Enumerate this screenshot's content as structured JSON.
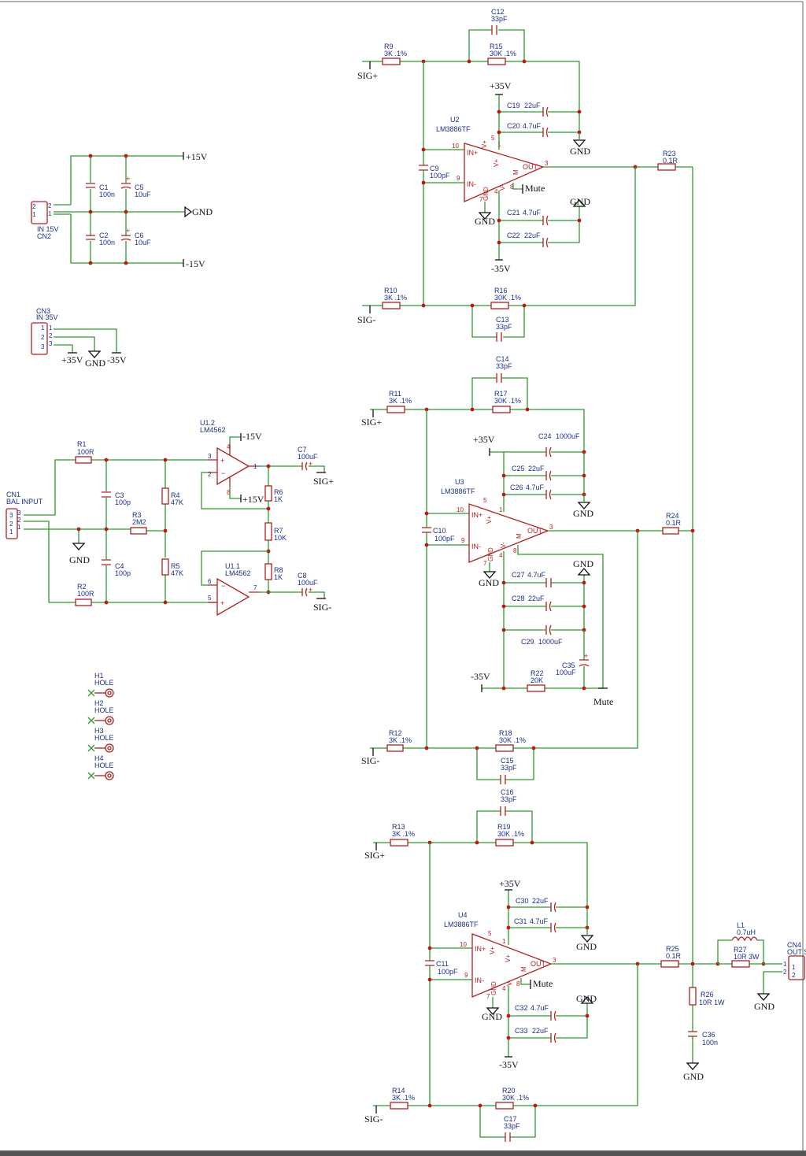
{
  "supply_block": {
    "cn2": {
      "ref": "CN2",
      "value": "IN 15V",
      "pins": [
        "2",
        "1"
      ]
    },
    "c1": {
      "ref": "C1",
      "value": "100n"
    },
    "c2": {
      "ref": "C2",
      "value": "100n"
    },
    "c5": {
      "ref": "C5",
      "value": "10uF"
    },
    "c6": {
      "ref": "C6",
      "value": "10uF"
    },
    "pos_rail": "+15V",
    "gnd": "GND",
    "neg_rail": "-15V"
  },
  "cn3_block": {
    "ref": "CN3",
    "value": "IN 35V",
    "pins": [
      "1",
      "2",
      "3"
    ],
    "pos": "+35V",
    "gnd": "GND",
    "neg": "-35V"
  },
  "input_stage": {
    "cn1": {
      "ref": "CN1",
      "value": "BAL INPUT",
      "pins": [
        "3",
        "2",
        "1"
      ]
    },
    "r1": {
      "ref": "R1",
      "value": "100R"
    },
    "r2": {
      "ref": "R2",
      "value": "100R"
    },
    "r3": {
      "ref": "R3",
      "value": "2M2"
    },
    "r4": {
      "ref": "R4",
      "value": "47K"
    },
    "r5": {
      "ref": "R5",
      "value": "47K"
    },
    "r6": {
      "ref": "R6",
      "value": "1K"
    },
    "r7": {
      "ref": "R7",
      "value": "10K"
    },
    "r8": {
      "ref": "R8",
      "value": "1K"
    },
    "c3": {
      "ref": "C3",
      "value": "100p"
    },
    "c4": {
      "ref": "C4",
      "value": "100p"
    },
    "c7": {
      "ref": "C7",
      "value": "100uF"
    },
    "c8": {
      "ref": "C8",
      "value": "100uF"
    },
    "u12": {
      "ref": "U1.2",
      "value": "LM4562",
      "pins": [
        "3",
        "2",
        "1",
        "4",
        "8"
      ]
    },
    "u11": {
      "ref": "U1.1",
      "value": "LM4562",
      "pins": [
        "6",
        "5",
        "7"
      ]
    },
    "gnd": "GND",
    "neg15": "-15V",
    "pos15": "+15V",
    "sig_plus": "SIG+",
    "sig_minus": "SIG-"
  },
  "holes": [
    {
      "ref": "H1",
      "value": "HOLE"
    },
    {
      "ref": "H2",
      "value": "HOLE"
    },
    {
      "ref": "H3",
      "value": "HOLE"
    },
    {
      "ref": "H4",
      "value": "HOLE"
    }
  ],
  "amp1": {
    "u": {
      "ref": "U2",
      "value": "LM3886TF"
    },
    "c12": {
      "ref": "C12",
      "value": "33pF"
    },
    "r9": {
      "ref": "R9",
      "value": "3K .1%"
    },
    "r15": {
      "ref": "R15",
      "value": "30K .1%"
    },
    "c19": {
      "ref": "C19",
      "value": "22uF"
    },
    "c20": {
      "ref": "C20",
      "value": "4.7uF"
    },
    "c9": {
      "ref": "C9",
      "value": "100pF"
    },
    "c21": {
      "ref": "C21",
      "value": "4.7uF"
    },
    "c22": {
      "ref": "C22",
      "value": "22uF"
    },
    "r10": {
      "ref": "R10",
      "value": "3K .1%"
    },
    "r16": {
      "ref": "R16",
      "value": "30K .1%"
    },
    "c13": {
      "ref": "C13",
      "value": "33pF"
    },
    "r23": {
      "ref": "R23",
      "value": "0.1R"
    },
    "sig_plus": "SIG+",
    "sig_minus": "SIG-",
    "pos35": "+35V",
    "neg35": "-35V",
    "gnd": "GND",
    "mute": "Mute"
  },
  "amp2": {
    "u": {
      "ref": "U3",
      "value": "LM3886TF"
    },
    "c14": {
      "ref": "C14",
      "value": "33pF"
    },
    "r11": {
      "ref": "R11",
      "value": "3K .1%"
    },
    "r17": {
      "ref": "R17",
      "value": "30K .1%"
    },
    "c24": {
      "ref": "C24",
      "value": "1000uF"
    },
    "c25": {
      "ref": "C25",
      "value": "22uF"
    },
    "c26": {
      "ref": "C26",
      "value": "4.7uF"
    },
    "c10": {
      "ref": "C10",
      "value": "100pF"
    },
    "c27": {
      "ref": "C27",
      "value": "4.7uF"
    },
    "c28": {
      "ref": "C28",
      "value": "22uF"
    },
    "c29": {
      "ref": "C29",
      "value": "1000uF"
    },
    "c35": {
      "ref": "C35",
      "value": "100uF"
    },
    "r22": {
      "ref": "R22",
      "value": "20K"
    },
    "r12": {
      "ref": "R12",
      "value": "3K .1%"
    },
    "r18": {
      "ref": "R18",
      "value": "30K .1%"
    },
    "c15": {
      "ref": "C15",
      "value": "33pF"
    },
    "r24": {
      "ref": "R24",
      "value": "0.1R"
    },
    "sig_plus": "SIG+",
    "sig_minus": "SIG-",
    "pos35": "+35V",
    "neg35": "-35V",
    "gnd": "GND",
    "mute": "Mute"
  },
  "amp3": {
    "u": {
      "ref": "U4",
      "value": "LM3886TF"
    },
    "c16": {
      "ref": "C16",
      "value": "33pF"
    },
    "r13": {
      "ref": "R13",
      "value": "3K .1%"
    },
    "r19": {
      "ref": "R19",
      "value": "30K .1%"
    },
    "c30": {
      "ref": "C30",
      "value": "22uF"
    },
    "c31": {
      "ref": "C31",
      "value": "4.7uF"
    },
    "c11": {
      "ref": "C11",
      "value": "100pF"
    },
    "c32": {
      "ref": "C32",
      "value": "4.7uF"
    },
    "c33": {
      "ref": "C33",
      "value": "22uF"
    },
    "r14": {
      "ref": "R14",
      "value": "3K .1%"
    },
    "r20": {
      "ref": "R20",
      "value": "30K .1%"
    },
    "c17": {
      "ref": "C17",
      "value": "33pF"
    },
    "r25": {
      "ref": "R25",
      "value": "0.1R"
    },
    "sig_plus": "SIG+",
    "sig_minus": "SIG-",
    "pos35": "+35V",
    "neg35": "-35V",
    "gnd": "GND",
    "mute": "Mute"
  },
  "opamp_pins": {
    "in_plus": "IN+",
    "in_minus": "IN-",
    "out": "OUT",
    "vplus": "V+",
    "vminus": "V-",
    "gnd": "GND",
    "m": "M",
    "p10": "10",
    "p9": "9",
    "p3": "3",
    "p5": "5",
    "p1": "1",
    "p4": "4",
    "p7": "7",
    "p8": "8"
  },
  "output": {
    "l1": {
      "ref": "L1",
      "value": "0.7uH"
    },
    "r27": {
      "ref": "R27",
      "value": "10R 3W"
    },
    "r26": {
      "ref": "R26",
      "value": "10R 1W"
    },
    "c36": {
      "ref": "C36",
      "value": "100n"
    },
    "cn4": {
      "ref": "CN4",
      "value": "OUT S",
      "pins": [
        "1",
        "2"
      ]
    },
    "gnd": "GND"
  }
}
